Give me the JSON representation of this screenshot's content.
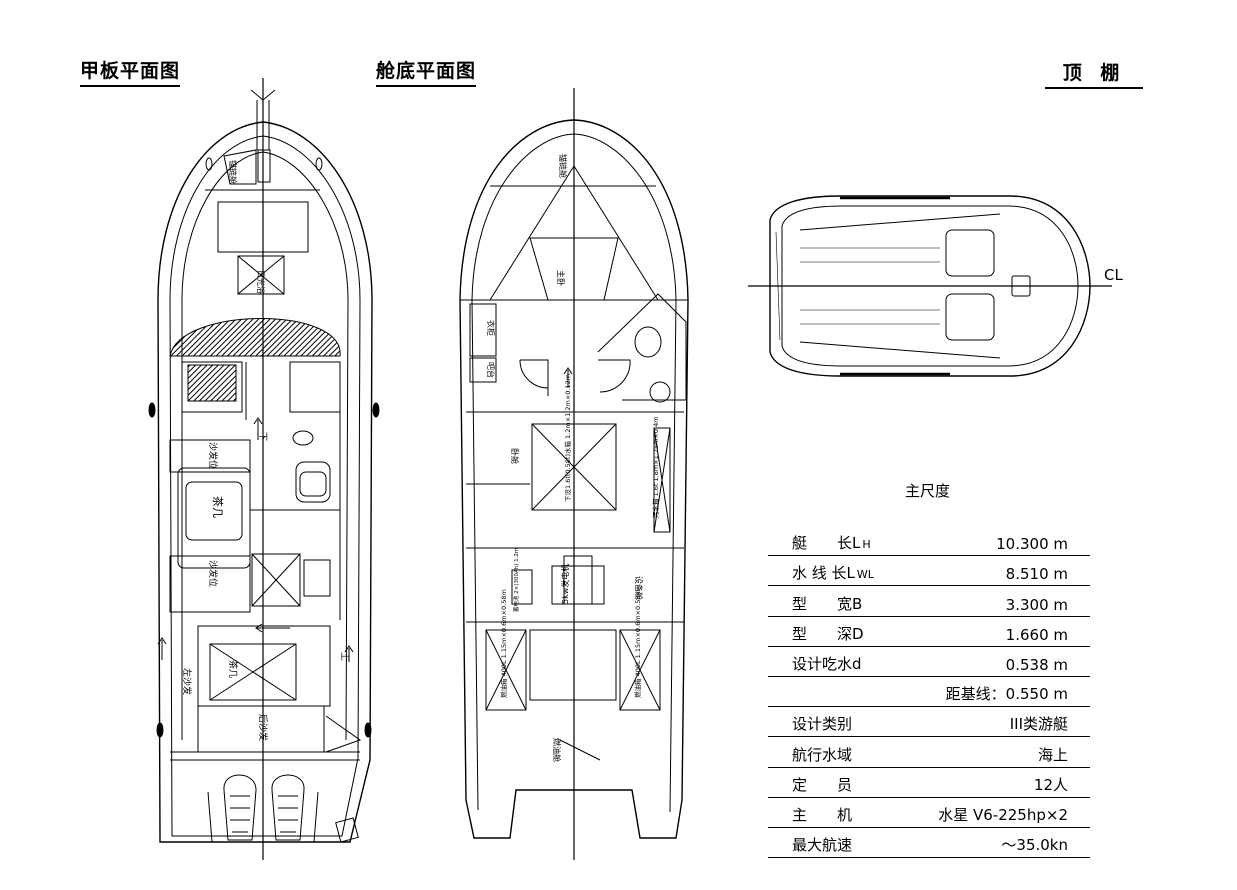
{
  "titles": {
    "deck_plan": "甲板平面图",
    "hull_plan": "舱底平面图",
    "roof": "顶 棚"
  },
  "deck_labels": {
    "anchor_locker": "锚链舱",
    "sunbed": "日光浴",
    "sofa_seat_1": "沙发位",
    "coffee_table_1": "茶几",
    "sofa_seat_2": "沙发位",
    "coffee_table_2": "茶几",
    "left_sofa": "左沙发",
    "rear_sofa": "后沙发",
    "down_arrow": "下",
    "up_arrow": "上"
  },
  "hull_labels": {
    "anchor_locker": "锚链舱",
    "master_cabin": "主卧",
    "wardrobe": "衣柜",
    "bar": "吧台",
    "bedroom": "卧舱",
    "water_tank": "下设1.6t(0.58t)水箱 1.2m×1.2m×0.12m",
    "black_water_tank": "污水箱 1.6t 1.8m×1.25m×0.4m",
    "generator": "5kw发电机",
    "equipment_room": "设备舱",
    "battery": "蓄电池 2×(300Ah) 1.2m",
    "fuel_tank_left": "燃油箱 400L 1.15m×0.6m×0.58m",
    "fuel_tank_right": "燃油箱 400L 1.15m×0.6m×0.58m",
    "fuel_tank_room": "燃油舱"
  },
  "roof": {
    "cl_label": "CL"
  },
  "specs": {
    "title": "主尺度",
    "rows": [
      {
        "label": "艇　　长L",
        "sub": "H",
        "value": "10.300 m"
      },
      {
        "label": "水 线 长L",
        "sub": "WL",
        "value": "8.510 m"
      },
      {
        "label": "型　　宽B",
        "sub": "",
        "value": "3.300 m"
      },
      {
        "label": "型　　深D",
        "sub": "",
        "value": "1.660 m"
      },
      {
        "label": "设计吃水d",
        "sub": "",
        "value": "0.538 m"
      },
      {
        "label": "",
        "sub": "",
        "value": "距基线：0.550 m"
      },
      {
        "label": "设计类别",
        "sub": "",
        "value": "III类游艇"
      },
      {
        "label": "航行水域",
        "sub": "",
        "value": "海上"
      },
      {
        "label": "定　　员",
        "sub": "",
        "value": "12人"
      },
      {
        "label": "主　　机",
        "sub": "",
        "value": "水星 V6-225hp×2"
      },
      {
        "label": "最大航速",
        "sub": "",
        "value": "～35.0kn"
      }
    ]
  }
}
